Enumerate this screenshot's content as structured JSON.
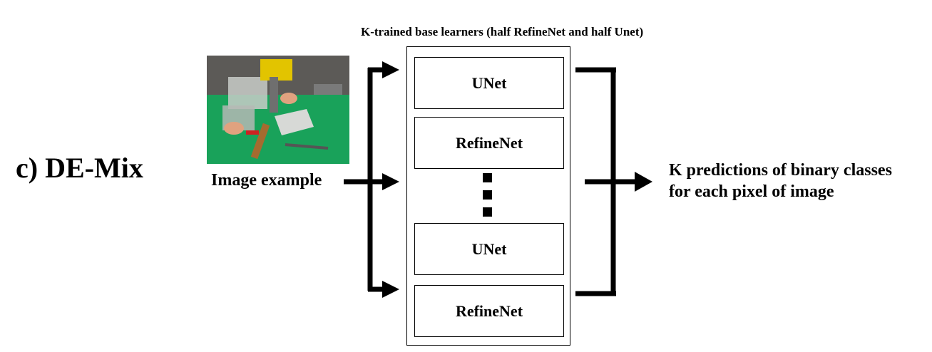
{
  "section_label": "c) DE-Mix",
  "container_title": "K-trained base learners (half RefineNet and half Unet)",
  "image_caption": "Image example",
  "learners": [
    "UNet",
    "RefineNet",
    "UNet",
    "RefineNet"
  ],
  "ellipsis": "vertical dots",
  "output_lines": [
    "K predictions of binary classes",
    "for each pixel of image"
  ],
  "image_description_icon": "robot-workbench-photo"
}
